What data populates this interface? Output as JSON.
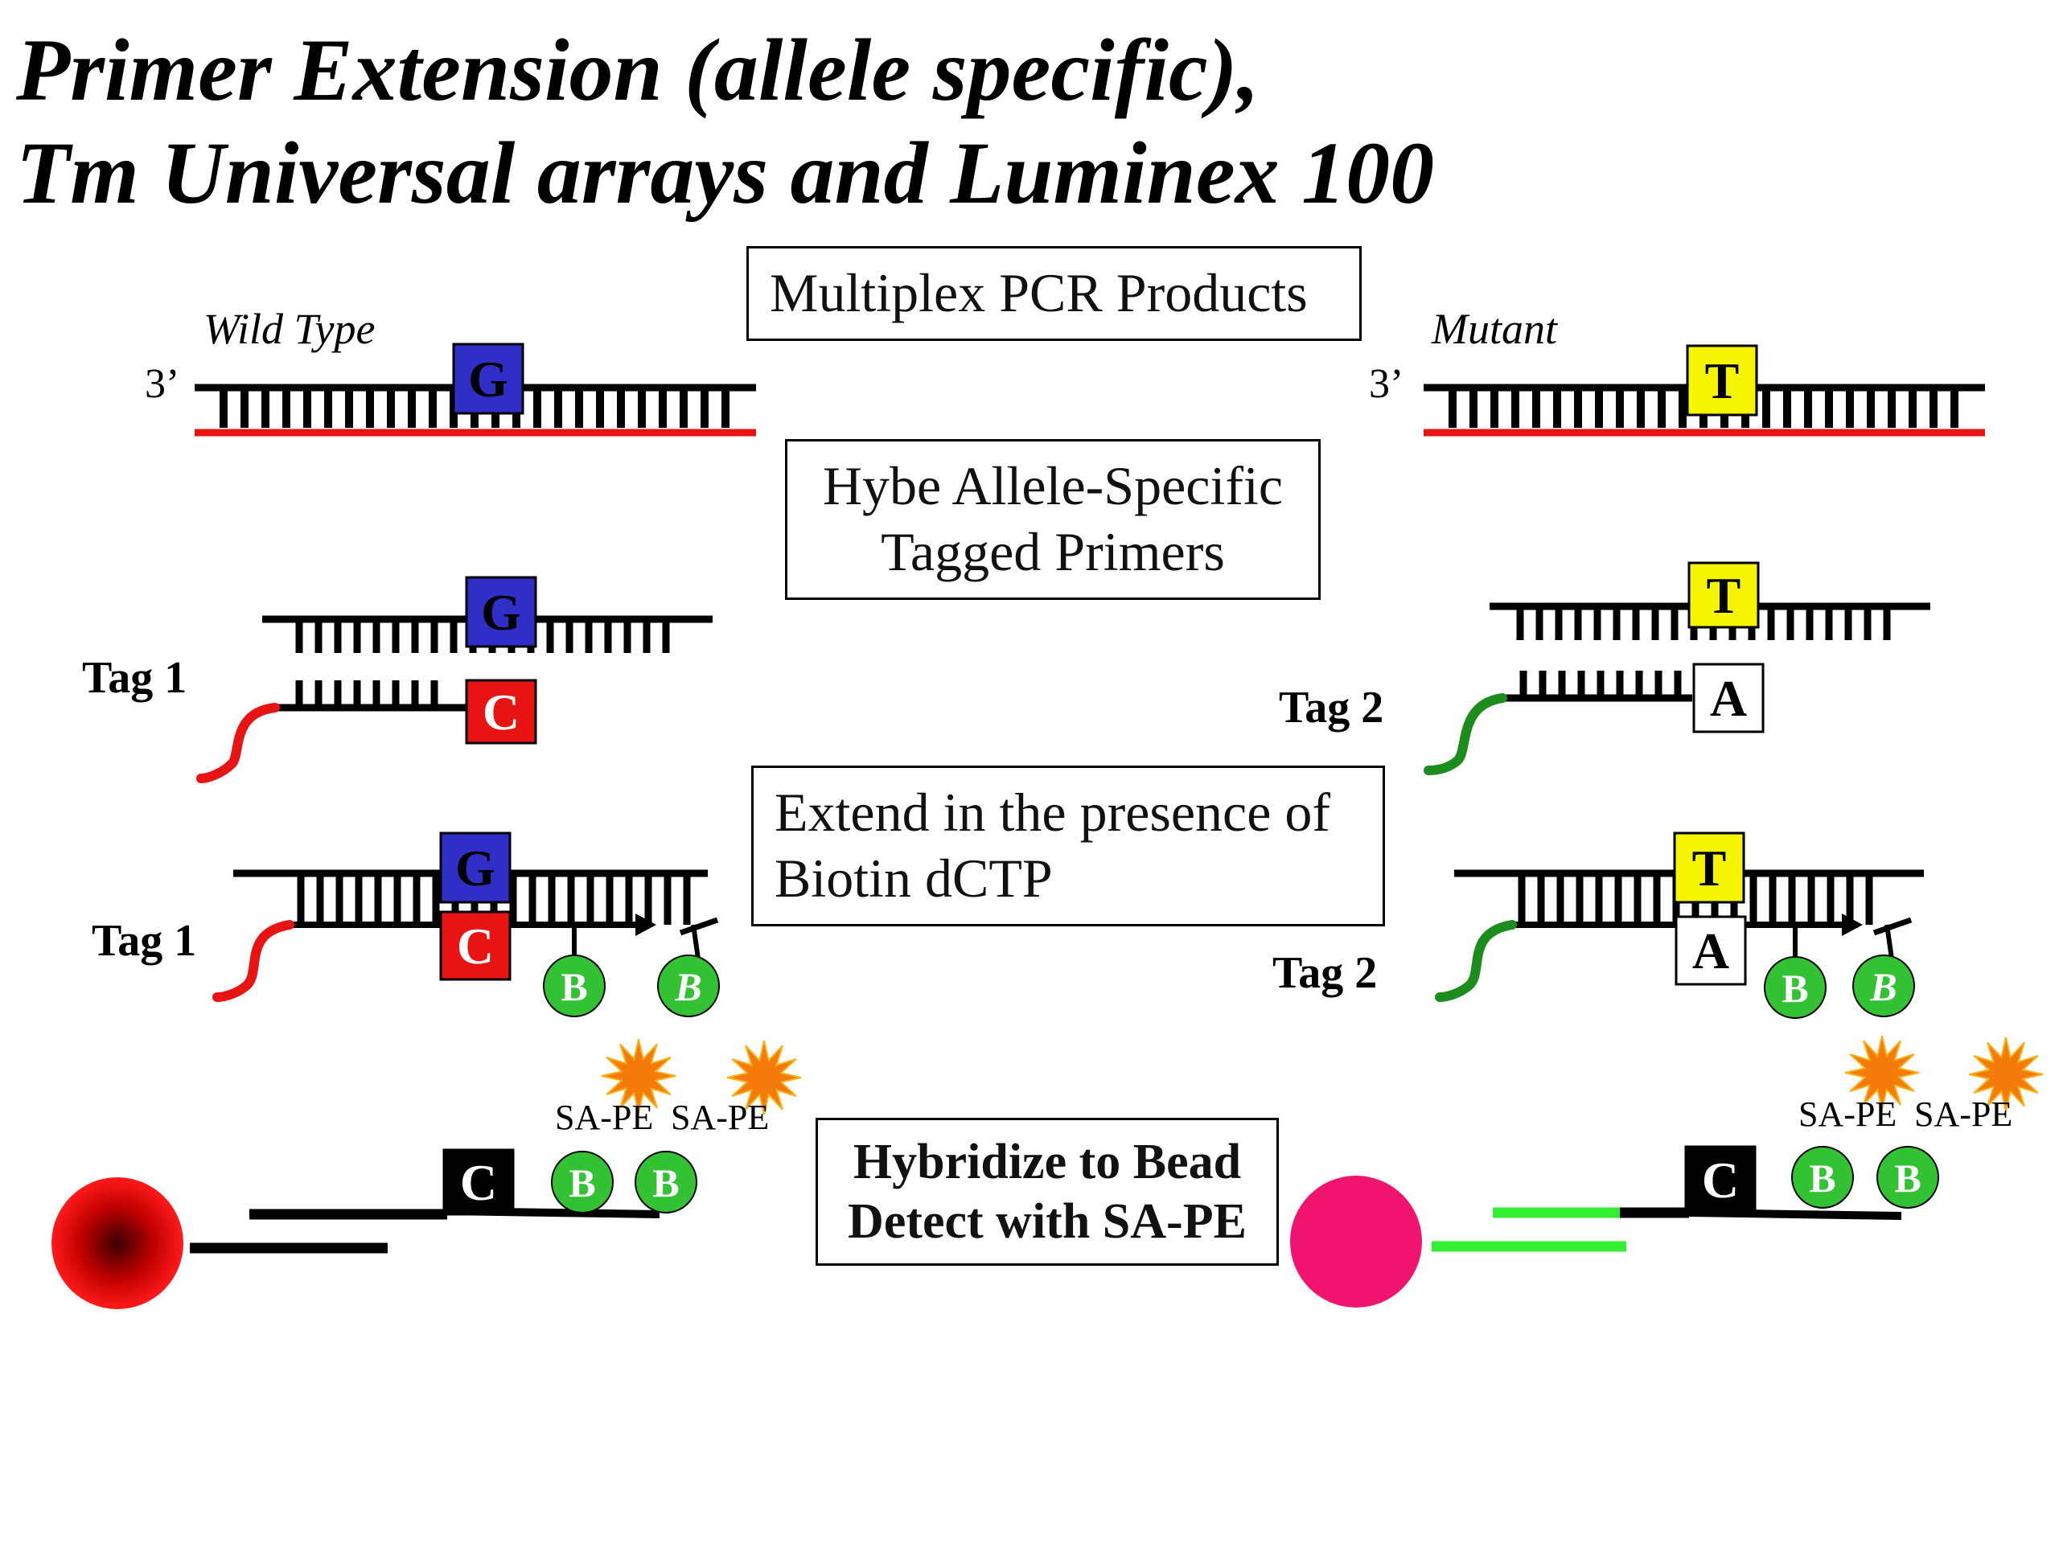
{
  "title": {
    "line1": "Primer Extension (allele specific),",
    "line2": "Tm Universal arrays and Luminex 100"
  },
  "columns": {
    "wild_type_label": "Wild Type",
    "mutant_label": "Mutant",
    "three_prime": "3’"
  },
  "steps": {
    "step1": {
      "line1": "Multiplex PCR Products"
    },
    "step2": {
      "line1": "Hybe Allele-Specific",
      "line2": "Tagged Primers"
    },
    "step3": {
      "line1": "Extend in the presence of",
      "line2": "Biotin dCTP"
    },
    "step4": {
      "line1": "Hybridize to Bead",
      "line2": "Detect with SA-PE"
    }
  },
  "tags": {
    "tag1": "Tag 1",
    "tag2": "Tag 2"
  },
  "bases": {
    "wild_template": "G",
    "wild_primer": "C",
    "mutant_template": "T",
    "mutant_primer": "A"
  },
  "biotin_label": "B",
  "sape_label": "SA-PE",
  "colors": {
    "base_g": "#2f2fc8",
    "base_c": "#e81414",
    "base_t": "#f5f500",
    "base_a": "#ffffff",
    "biotin": "#33c233",
    "strand_red": "#e81414",
    "tag1_red": "#e81414",
    "tag2_green": "#1c8c1c",
    "bead1": "#d40000",
    "bead2": "#f0146e",
    "bead2_anchor": "#33ee33",
    "star": "#f47a0a"
  }
}
